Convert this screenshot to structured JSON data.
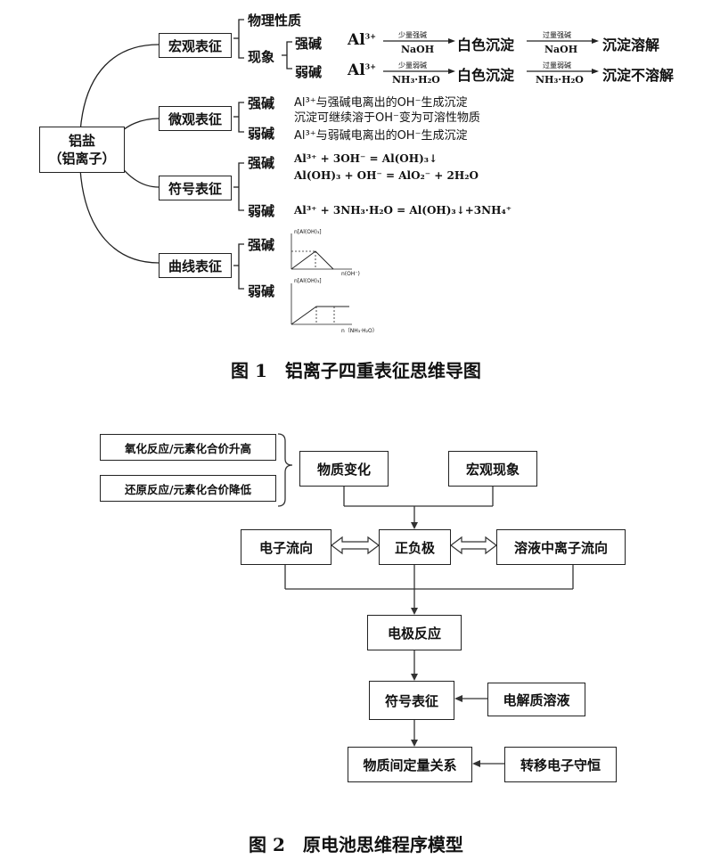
{
  "figure1": {
    "root_line1": "铝盐",
    "root_line2": "（铝离子）",
    "branches": {
      "macro": "宏观表征",
      "micro": "微观表征",
      "symbol": "符号表征",
      "curve": "曲线表征"
    },
    "macro": {
      "property": "物理性质",
      "phenomenon": "现象",
      "strong_base": "强碱",
      "weak_base": "弱碱",
      "al_ion": "Al",
      "al_charge": "3+",
      "strong_row": {
        "arrow1_top": "少量强碱",
        "arrow1_bottom": "NaOH",
        "product1": "白色沉淀",
        "arrow2_top": "过量强碱",
        "arrow2_bottom": "NaOH",
        "result": "沉淀溶解"
      },
      "weak_row": {
        "arrow1_top": "少量弱碱",
        "arrow1_bottom": "NH₃·H₂O",
        "product1": "白色沉淀",
        "arrow2_top": "过量弱碱",
        "arrow2_bottom": "NH₃·H₂O",
        "result": "沉淀不溶解"
      }
    },
    "micro": {
      "strong_base": "强碱",
      "weak_base": "弱碱",
      "line1": "Al³⁺与强碱电离出的OH⁻生成沉淀",
      "line2": "沉淀可继续溶于OH⁻变为可溶性物质",
      "line3": "Al³⁺与弱碱电离出的OH⁻生成沉淀"
    },
    "symbol": {
      "strong_base": "强碱",
      "weak_base": "弱碱",
      "eq1": "Al³⁺ + 3OH⁻ = Al(OH)₃↓",
      "eq2": "Al(OH)₃ + OH⁻ = AlO₂⁻ + 2H₂O",
      "eq3": "Al³⁺ + 3NH₃·H₂O = Al(OH)₃↓+3NH₄⁺"
    },
    "curve": {
      "strong_base": "强碱",
      "weak_base": "弱碱",
      "graph1_ylabel": "n[Al(OH)₃]",
      "graph1_xlabel": "n(OH⁻)",
      "graph2_ylabel": "n[Al(OH)₃]",
      "graph2_xlabel": "n（NH₃·H₂O）"
    },
    "caption": "图 1　铝离子四重表征思维导图"
  },
  "figure2": {
    "left_box1": "氧化反应/元素化合价升高",
    "left_box2": "还原反应/元素化合价降低",
    "substance_change": "物质变化",
    "macro_phenomenon": "宏观现象",
    "electron_flow": "电子流向",
    "electrodes": "正负极",
    "ion_flow": "溶液中离子流向",
    "electrode_reaction": "电极反应",
    "symbol_rep": "符号表征",
    "electrolyte": "电解质溶液",
    "quant_relation": "物质间定量关系",
    "electron_conservation": "转移电子守恒",
    "caption": "图 2　原电池思维程序模型"
  }
}
